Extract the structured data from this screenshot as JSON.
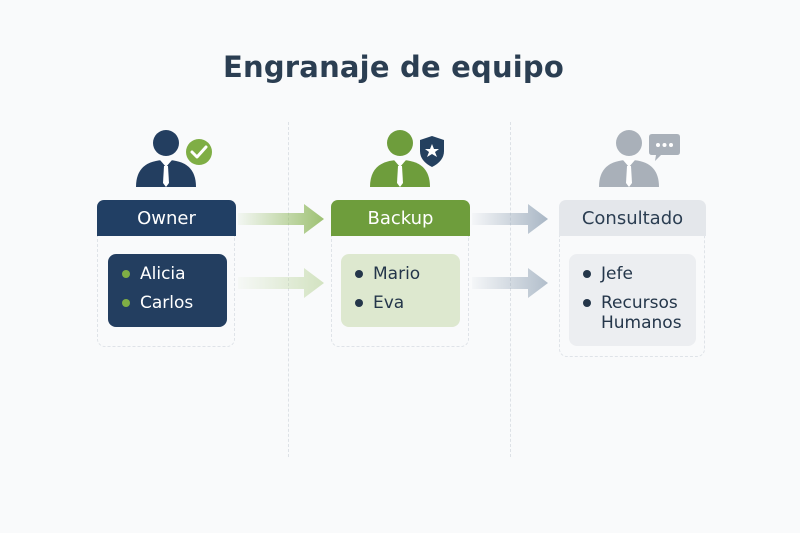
{
  "title": "Engranaje de equipo",
  "columns": [
    {
      "role": "Owner",
      "badge_icon": "check-icon",
      "colors": {
        "header_bg": "#213f64",
        "header_text": "#ffffff",
        "card_bg": "#233e60",
        "card_text": "#ffffff",
        "bullet": "#7fae45",
        "person": "#233e60",
        "badge": "#7fae45"
      },
      "members": [
        "Alicia",
        "Carlos"
      ]
    },
    {
      "role": "Backup",
      "badge_icon": "shield-star-icon",
      "colors": {
        "header_bg": "#6e9d3c",
        "header_text": "#ffffff",
        "card_bg": "#dde8cf",
        "card_text": "#24364a",
        "bullet": "#24364a",
        "person": "#6e9d3c",
        "badge": "#24405f"
      },
      "members": [
        "Mario",
        "Eva"
      ]
    },
    {
      "role": "Consultado",
      "badge_icon": "chat-bubble-icon",
      "colors": {
        "header_bg": "#e4e7eb",
        "header_text": "#2b3e52",
        "card_bg": "#eceef1",
        "card_text": "#24364a",
        "bullet": "#24364a",
        "person": "#a9b0b9",
        "badge": "#a9b0b9"
      },
      "members": [
        "Jefe",
        "Recursos Humanos"
      ]
    }
  ]
}
